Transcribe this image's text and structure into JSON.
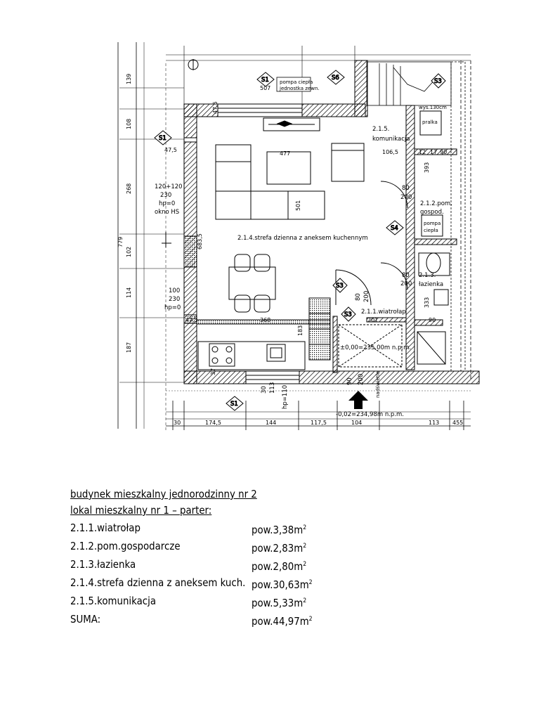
{
  "plan": {
    "room_labels": {
      "komunikacja_num": "2.1.5.",
      "komunikacja_name": "komunikacja",
      "strefa": "2.1.4.strefa dzienna z aneksem kuchennym",
      "gospod_num": "2.1.2.pom.",
      "gospod_name": "gospod.",
      "lazienka_num": "2.1.3.",
      "lazienka_name": "łazienka",
      "wiatrolap": "2.1.1.wiatrołap",
      "pompa_top": "pompa ciepła",
      "pompa_bot": "jednostka zewn.",
      "pompa_int_top": "pompa",
      "pompa_int_bot": "ciepła",
      "pralka": "pralka",
      "wys_top": "wys.130cm"
    },
    "section_marks": {
      "s1_top": "S1",
      "s6": "S6",
      "s3_top": "S3",
      "s1_left": "S1",
      "s4": "S4",
      "s3_mid": "S3",
      "s3_low": "S3",
      "s1_bottom": "S1"
    },
    "window_notes": {
      "w1_line1": "120+120",
      "w1_line2": "230",
      "w1_line3": "hp=0",
      "w1_line4": "okno HS",
      "w2_line1": "100",
      "w2_line2": "230",
      "w2_line3": "hp=0",
      "door_80_200_a": "80",
      "door_200_a": "200",
      "door_80_200_b": "80",
      "door_200_b": "200",
      "door_80_c": "80",
      "door_200_c": "200",
      "front_door_90": "90",
      "front_door_200": "200",
      "hp110": "hp=110",
      "w30": "30",
      "w113": "113"
    },
    "levels": {
      "interior": "±0,00=235,00m n.p.m.",
      "exterior": "-0,02=234,98m n.p.m.",
      "nadswietle": "nadświetle"
    },
    "dims_left": [
      "139",
      "108",
      "268",
      "779",
      "102",
      "114",
      "187"
    ],
    "dims_bottom": [
      "30",
      "174,5",
      "144",
      "117,5",
      "104",
      "113",
      "455"
    ],
    "dims_interior": {
      "d507": "507",
      "d47_5a": "47,5",
      "d477": "477",
      "d501": "501",
      "d683": "683,5",
      "d368": "368",
      "d183": "183",
      "d201": "201",
      "d106": "106,5",
      "d393": "393",
      "d333": "333",
      "d90": "90",
      "d47_5b": "47,5",
      "d47_5c": "47,5",
      "d17": "17",
      "d12": "12",
      "d90b": "90",
      "d37": "37"
    }
  },
  "legend": {
    "title1": "budynek mieszkalny jednorodzinny nr 2",
    "title2": "lokal mieszkalny nr 1 – parter:",
    "unit": "2",
    "rows": [
      {
        "name": "2.1.1.wiatrołap",
        "value": "pow.3,38m"
      },
      {
        "name": "2.1.2.pom.gospodarcze",
        "value": "pow.2,83m"
      },
      {
        "name": "2.1.3.łazienka",
        "value": "pow.2,80m"
      },
      {
        "name": "2.1.4.strefa dzienna z aneksem kuch.",
        "value": "pow.30,63m"
      },
      {
        "name": "2.1.5.komunikacja",
        "value": "pow.5,33m"
      },
      {
        "name": "SUMA:",
        "value": "pow.44,97m"
      }
    ]
  }
}
